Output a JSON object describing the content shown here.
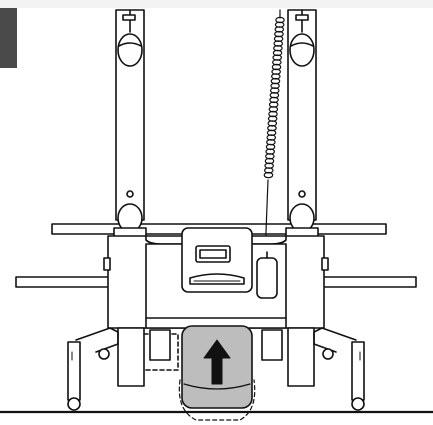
{
  "figure": {
    "subject": "hoist-base-with-drive-wheel",
    "icons": [
      "up-arrow-icon",
      "coiled-cable",
      "hand-control-pendant"
    ],
    "colors": {
      "line": "#111111",
      "fill": "#ffffff",
      "wheel_shade": "#bdbdbd",
      "tab": "#4a4a4a",
      "top_band": "#f3f3f3"
    }
  }
}
